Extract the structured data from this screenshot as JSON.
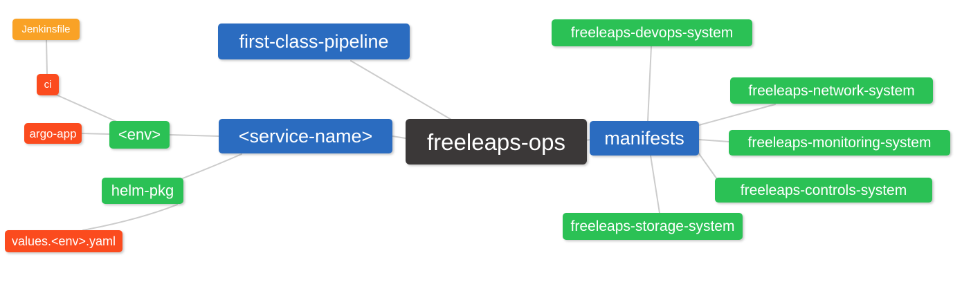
{
  "mindmap": {
    "type": "mindmap",
    "root": {
      "label": "freeleaps-ops"
    },
    "left_branch": {
      "first_class_pipeline": {
        "label": "first-class-pipeline"
      },
      "service_name": {
        "label": "<service-name>"
      },
      "env": {
        "label": "<env>"
      },
      "ci": {
        "label": "ci"
      },
      "jenkinsfile": {
        "label": "Jenkinsfile"
      },
      "argo_app": {
        "label": "argo-app"
      },
      "helm_pkg": {
        "label": "helm-pkg"
      },
      "values_env_yaml": {
        "label": "values.<env>.yaml"
      }
    },
    "right_branch": {
      "manifests": {
        "label": "manifests"
      },
      "systems": {
        "devops": {
          "label": "freeleaps-devops-system"
        },
        "network": {
          "label": "freeleaps-network-system"
        },
        "monitoring": {
          "label": "freeleaps-monitoring-system"
        },
        "controls": {
          "label": "freeleaps-controls-system"
        },
        "storage": {
          "label": "freeleaps-storage-system"
        }
      }
    },
    "edges": [
      {
        "from": "Jenkinsfile",
        "to": "ci"
      },
      {
        "from": "ci",
        "to": "<env>"
      },
      {
        "from": "argo-app",
        "to": "<env>"
      },
      {
        "from": "<env>",
        "to": "<service-name>"
      },
      {
        "from": "helm-pkg",
        "to": "<service-name>"
      },
      {
        "from": "values.<env>.yaml",
        "to": "helm-pkg"
      },
      {
        "from": "<service-name>",
        "to": "freeleaps-ops"
      },
      {
        "from": "first-class-pipeline",
        "to": "freeleaps-ops"
      },
      {
        "from": "freeleaps-ops",
        "to": "manifests"
      },
      {
        "from": "manifests",
        "to": "freeleaps-devops-system"
      },
      {
        "from": "manifests",
        "to": "freeleaps-network-system"
      },
      {
        "from": "manifests",
        "to": "freeleaps-monitoring-system"
      },
      {
        "from": "manifests",
        "to": "freeleaps-controls-system"
      },
      {
        "from": "manifests",
        "to": "freeleaps-storage-system"
      }
    ]
  },
  "colors": {
    "root_node": "#3B3838",
    "level1_node": "#2B6CC0",
    "level2_node": "#2BC155",
    "level3_node": "#FB4B1E",
    "level4_node": "#F9A226",
    "edge": "#CCCCCC",
    "node_text": "#FFFFFF",
    "background": "#FFFFFF"
  }
}
